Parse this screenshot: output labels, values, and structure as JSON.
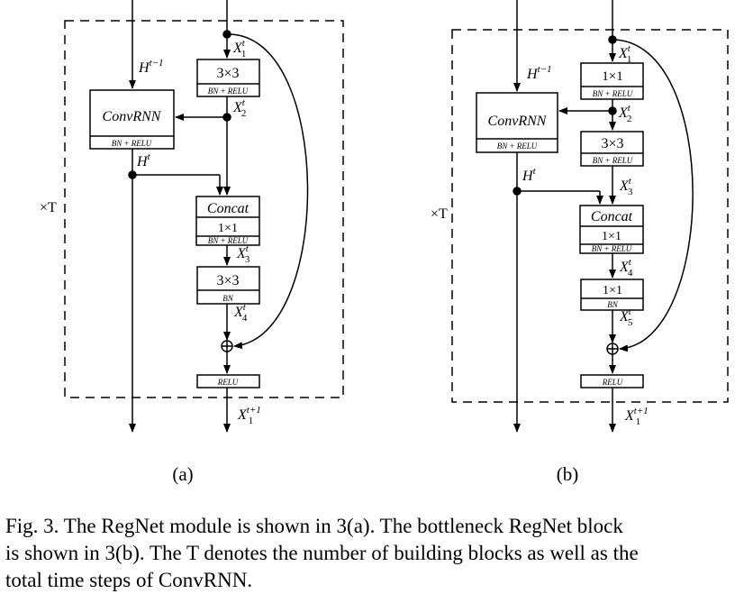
{
  "diagram_a": {
    "panel_label": "(a)",
    "repeat_label": "×T",
    "convrnn": {
      "title": "ConvRNN",
      "sub": "BN + RELU"
    },
    "inputs": {
      "h_prev": "H",
      "h_prev_sup": "t−1",
      "h_out": "H",
      "h_out_sup": "t"
    },
    "blocks": [
      {
        "title": "3×3",
        "sub": "BN + RELU"
      },
      {
        "title": "Concat",
        "mid": "1×1",
        "sub": "BN + RELU"
      },
      {
        "title": "3×3",
        "sub": "BN"
      },
      {
        "title": "RELU"
      }
    ],
    "x_labels": [
      {
        "base": "X",
        "sup": "t",
        "sub": "1"
      },
      {
        "base": "X",
        "sup": "t",
        "sub": "2"
      },
      {
        "base": "X",
        "sup": "t",
        "sub": "3"
      },
      {
        "base": "X",
        "sup": "t",
        "sub": "4"
      },
      {
        "base": "X",
        "sup": "t+1",
        "sub": "1"
      }
    ],
    "add_symbol": "⊕"
  },
  "diagram_b": {
    "panel_label": "(b)",
    "repeat_label": "×T",
    "convrnn": {
      "title": "ConvRNN",
      "sub": "BN + RELU"
    },
    "inputs": {
      "h_prev": "H",
      "h_prev_sup": "t−1",
      "h_out": "H",
      "h_out_sup": "t"
    },
    "blocks": [
      {
        "title": "1×1",
        "sub": "BN + RELU"
      },
      {
        "title": "3×3",
        "sub": "BN + RELU"
      },
      {
        "title": "Concat",
        "mid": "1×1",
        "sub": "BN + RELU"
      },
      {
        "title": "1×1",
        "sub": "BN"
      },
      {
        "title": "RELU"
      }
    ],
    "x_labels": [
      {
        "base": "X",
        "sup": "t",
        "sub": "1"
      },
      {
        "base": "X",
        "sup": "t",
        "sub": "2"
      },
      {
        "base": "X",
        "sup": "t",
        "sub": "3"
      },
      {
        "base": "X",
        "sup": "t",
        "sub": "4"
      },
      {
        "base": "X",
        "sup": "t",
        "sub": "5"
      },
      {
        "base": "X",
        "sup": "t+1",
        "sub": "1"
      }
    ],
    "add_symbol": "⊕"
  },
  "caption": {
    "line1": "Fig. 3.  The RegNet module is shown in 3(a). The bottleneck RegNet block",
    "line2": "is shown in 3(b). The T denotes the number of building blocks as well as the",
    "line3": "total time steps of ConvRNN."
  }
}
